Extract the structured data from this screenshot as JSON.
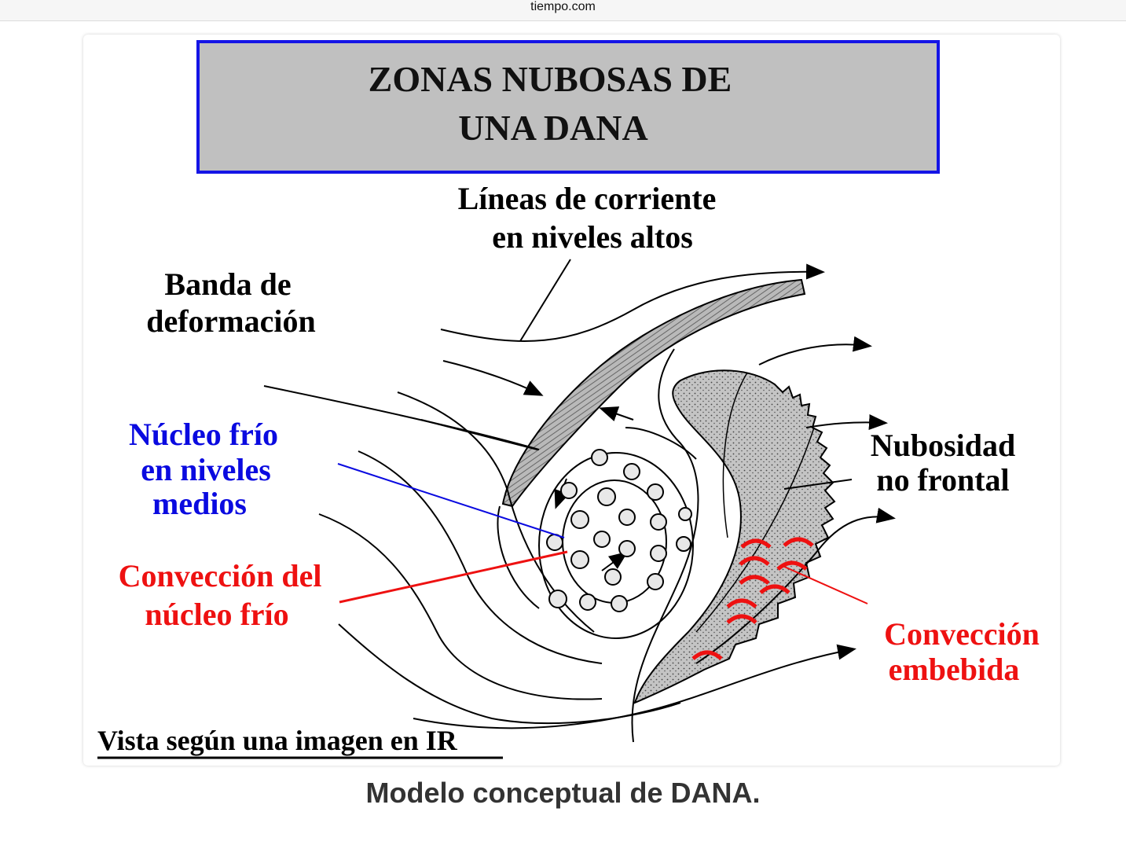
{
  "browser": {
    "domain": "tiempo.com"
  },
  "diagram": {
    "title_line1": "ZONAS NUBOSAS DE",
    "title_line2": "UNA DANA",
    "label_lineas_1": "Líneas de corriente",
    "label_lineas_2": "en niveles altos",
    "label_banda_1": "Banda de",
    "label_banda_2": "deformación",
    "label_nucleo_1": "Núcleo frío",
    "label_nucleo_2": "en niveles",
    "label_nucleo_3": "medios",
    "label_conv_nucleo_1": "Convección del",
    "label_conv_nucleo_2": "núcleo frío",
    "label_nubosidad_1": "Nubosidad",
    "label_nubosidad_2": "no frontal",
    "label_conv_embebida_1": "Convección",
    "label_conv_embebida_2": "embebida",
    "label_vista": "Vista según una imagen en IR",
    "colors": {
      "title_box_fill": "#c0c0c0",
      "title_box_border": "#1515e6",
      "blue_label": "#0a0ae0",
      "red_label": "#ee1111",
      "cloud_fill": "#bdbdbd"
    }
  },
  "caption": "Modelo conceptual de DANA."
}
